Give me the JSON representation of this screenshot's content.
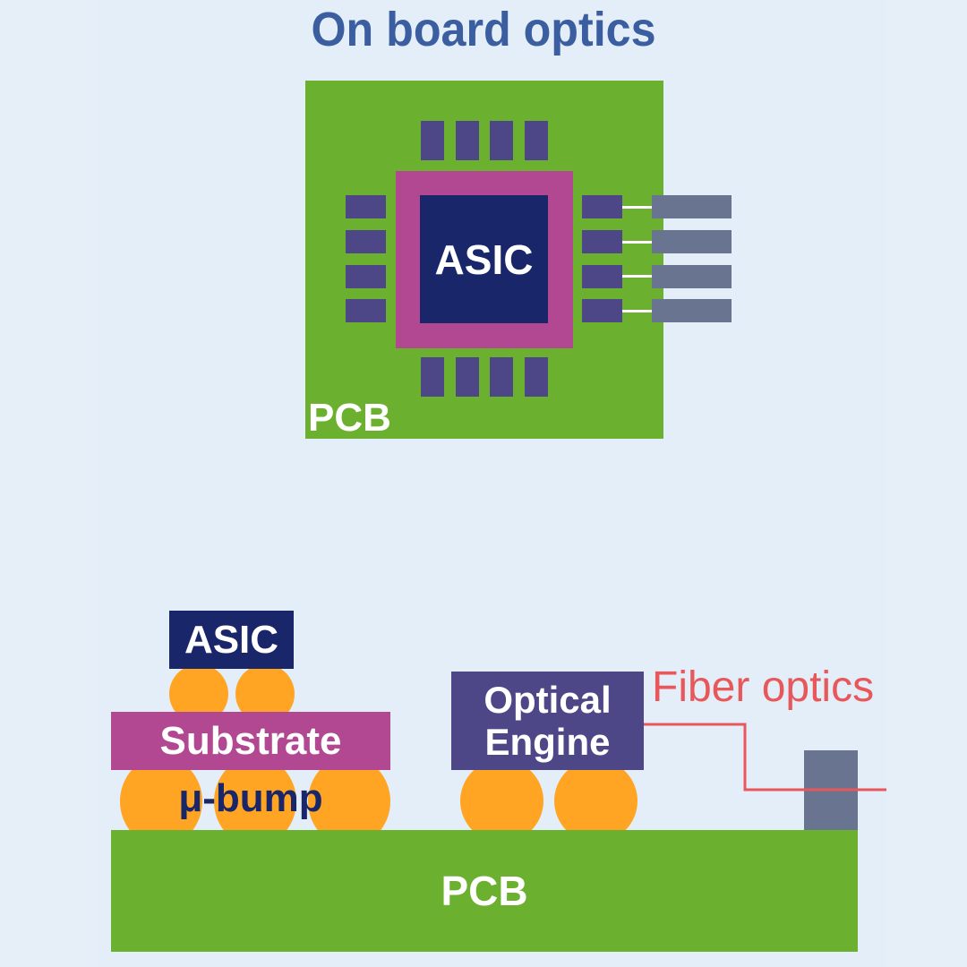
{
  "title": "On board optics",
  "top_view": {
    "asic_label": "ASIC",
    "pcb_label": "PCB",
    "pads_top_count": 4,
    "pads_bottom_count": 4,
    "pads_left_count": 4,
    "pads_right_count": 4,
    "optical_connectors_count": 4
  },
  "side_view": {
    "asic_label": "ASIC",
    "substrate_label": "Substrate",
    "bump_label": "μ-bump",
    "optical_engine_label_line1": "Optical",
    "optical_engine_label_line2": "Engine",
    "fiber_label": "Fiber optics",
    "pcb_label": "PCB"
  },
  "colors": {
    "background": "#e3eef8",
    "title": "#3a5e9f",
    "pcb": "#6cb030",
    "pad": "#4e4787",
    "substrate": "#b24891",
    "asic": "#19266a",
    "connector": "#697490",
    "bump": "#ffa523",
    "fiber": "#e8575a"
  }
}
